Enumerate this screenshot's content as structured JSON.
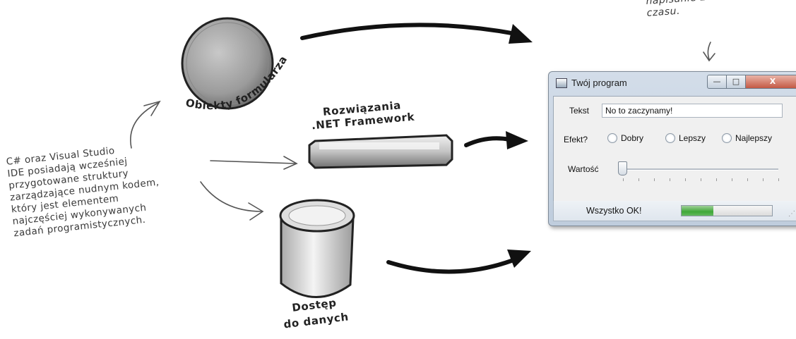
{
  "note_top_right": {
    "line1": "napisanie zabiera mn",
    "line2": "czasu."
  },
  "left_note": {
    "lines": [
      "C# oraz Visual Studio",
      "IDE posiadają wcześniej",
      "przygotowane struktury",
      "zarządzające nudnym kodem,",
      "który jest elementem",
      "najczęściej wykonywanych",
      "zadań programistycznych."
    ]
  },
  "components": {
    "forms": "Obiekty formularza",
    "net_line1": "Rozwiązania",
    "net_line2": ".NET Framework",
    "data_line1": "Dostęp",
    "data_line2": "do danych"
  },
  "window": {
    "title": "Twój program",
    "controls": {
      "minimize": "—",
      "maximize": "□",
      "close": "X"
    },
    "text_label": "Tekst",
    "text_value": "No to zaczynamy!",
    "effect_label": "Efekt?",
    "options": [
      "Dobry",
      "Lepszy",
      "Najlepszy"
    ],
    "value_label": "Wartość",
    "slider_value": 0,
    "status_text": "Wszystko OK!",
    "progress": 0.35
  }
}
